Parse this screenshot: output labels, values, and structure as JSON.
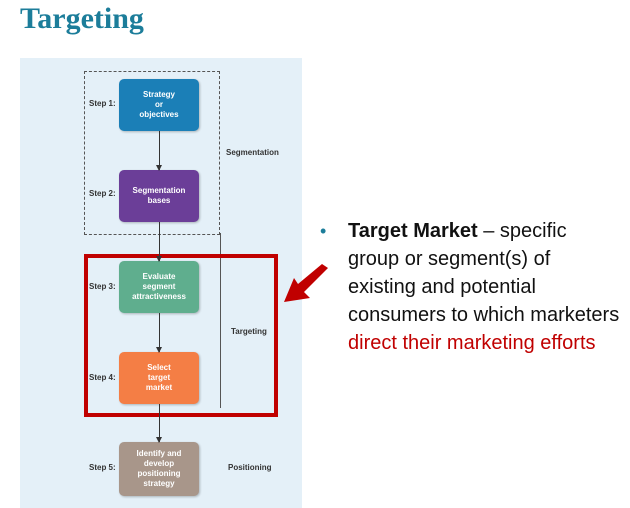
{
  "title": "Targeting",
  "diagram": {
    "steps": [
      {
        "label": "Step 1:",
        "box": "Strategy\nor\nobjectives",
        "color": "#1b7fb7"
      },
      {
        "label": "Step 2:",
        "box": "Segmentation\nbases",
        "color": "#6b3e98"
      },
      {
        "label": "Step 3:",
        "box": "Evaluate\nsegment\nattractiveness",
        "color": "#5fae8e"
      },
      {
        "label": "Step 4:",
        "box": "Select\ntarget\nmarket",
        "color": "#f47e45"
      },
      {
        "label": "Step 5:",
        "box": "Identify and\ndevelop\npositioning\nstrategy",
        "color": "#a8968a"
      }
    ],
    "stages": {
      "segmentation": "Segmentation",
      "targeting": "Targeting",
      "positioning": "Positioning"
    },
    "highlight_color": "#c00000"
  },
  "bullet": {
    "term": "Target Market",
    "dash": " – ",
    "text": "specific group or segment(s) of existing and potential consumers to which marketers ",
    "highlight": "direct their marketing efforts"
  }
}
